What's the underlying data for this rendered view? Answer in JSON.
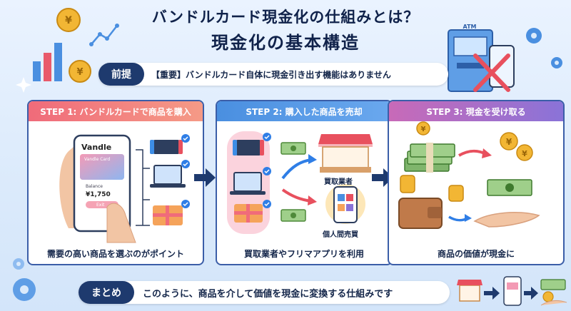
{
  "title": {
    "line1": "バンドルカード現金化の仕組みとは？",
    "line2": "現金化の基本構造"
  },
  "premise": {
    "label": "前提",
    "text": "【重要】バンドルカード自体に現金引き出す機能はありません"
  },
  "atm_label": "ATM",
  "steps": [
    {
      "header": "STEP 1: バンドルカードで商品を購入",
      "footer": "需要の高い商品を選ぶのがポイント"
    },
    {
      "header": "STEP 2: 購入した商品を売却",
      "footer": "買取業者やフリマアプリを利用"
    },
    {
      "header": "STEP 3: 現金を受け取る",
      "footer": "商品の価値が現金に"
    }
  ],
  "phone": {
    "brand": "Vandle",
    "card_name": "Vandle Card",
    "balance_label": "Balance",
    "balance_value": "¥1,750",
    "button": "Exit"
  },
  "sell_options": {
    "shop": "買取業者",
    "app": "個人間売買"
  },
  "summary": {
    "label": "まとめ",
    "text": "このように、商品を介して価値を現金に変換する仕組みです"
  },
  "colors": {
    "navy": "#1e3a6e",
    "step1": "#f06b7a",
    "step2": "#4a8fe0",
    "step3": "#9a70cf",
    "check": "#2f7ee6"
  }
}
